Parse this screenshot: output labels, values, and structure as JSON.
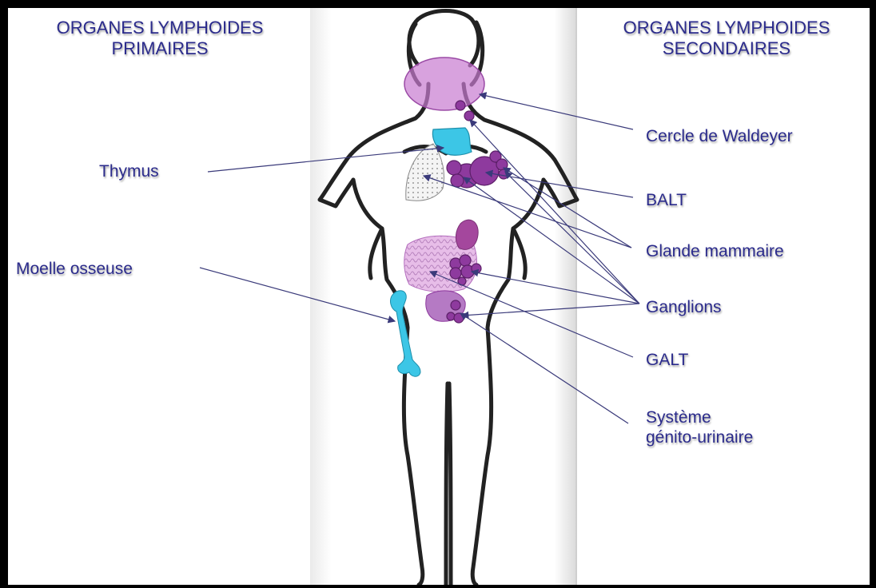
{
  "headings": {
    "primary": [
      "ORGANES LYMPHOIDES",
      "PRIMAIRES"
    ],
    "secondary": [
      "ORGANES LYMPHOIDES",
      "SECONDAIRES"
    ]
  },
  "labels": {
    "thymus": "Thymus",
    "moelle": "Moelle osseuse",
    "waldeyer": "Cercle de Waldeyer",
    "balt": "BALT",
    "mammaire": "Glande mammaire",
    "ganglions": "Ganglions",
    "galt": "GALT",
    "genito": [
      "Système",
      "génito-urinaire"
    ]
  },
  "colors": {
    "text": "#2b2b8c",
    "primary_organ": "#3cc6e6",
    "secondary_organ": "#8e3a9e",
    "waldeyer_fill": "#c77bd0"
  }
}
